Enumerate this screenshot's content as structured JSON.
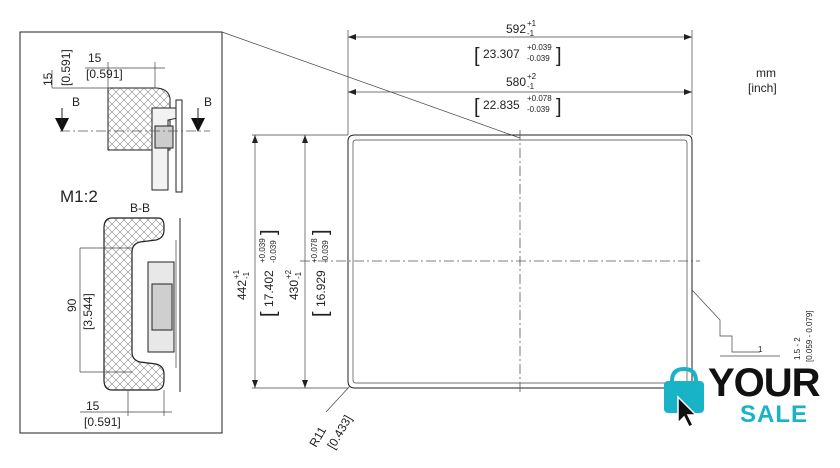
{
  "units": {
    "line1": "mm",
    "line2": "[inch]"
  },
  "detail": {
    "scale": "M1:2",
    "section_label": "B-B",
    "cut_left": "B",
    "cut_right": "B",
    "top_vertical_mm": "15",
    "top_vertical_inch": "[0.591]",
    "top_horizontal_mm": "15",
    "top_horizontal_inch": "[0.591]",
    "height_mm": "90",
    "height_inch": "[3.544]",
    "bottom_mm": "15",
    "bottom_inch": "[0.591]"
  },
  "main": {
    "outer_width": {
      "base": "592",
      "sup": "+1",
      "sub": "-1"
    },
    "outer_width_inch": {
      "base": "23.307",
      "sup": "+0.039",
      "sub": "-0.039"
    },
    "inner_width": {
      "base": "580",
      "sup": "+2",
      "sub": "-1"
    },
    "inner_width_inch": {
      "base": "22.835",
      "sup": "+0.078",
      "sub": "-0.039"
    },
    "outer_height": {
      "base": "442",
      "sup": "+1",
      "sub": "-1"
    },
    "outer_height_inch": {
      "base": "17.402",
      "sup": "+0.039",
      "sub": "-0.039"
    },
    "inner_height": {
      "base": "430",
      "sup": "+2",
      "sub": "-1"
    },
    "inner_height_inch": {
      "base": "16.929",
      "sup": "+0.078",
      "sub": "-0.039"
    },
    "radius_mm": "R11",
    "radius_inch": "[0.433]",
    "edge_dim": "1",
    "side_mm": "1.5 - 2",
    "side_inch": "[0.059 - 0.079]"
  },
  "logo": {
    "word1": "YOUR",
    "word2": "SALE",
    "accent": "#19b3c7"
  }
}
